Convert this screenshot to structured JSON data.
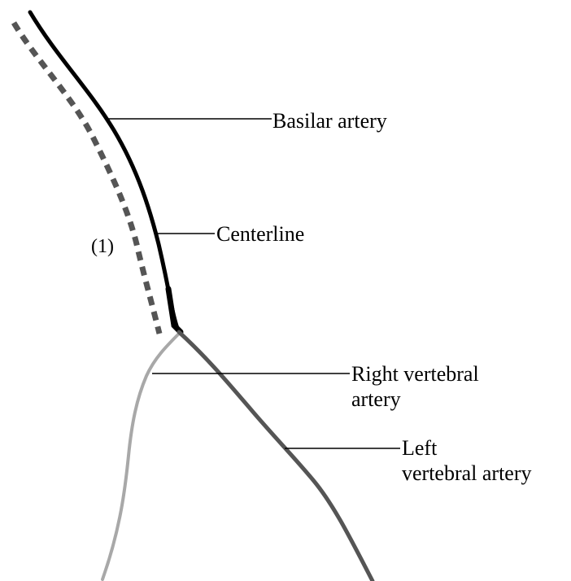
{
  "labels": {
    "basilar": "Basilar artery",
    "centerline": "Centerline",
    "marker": "(1)",
    "right_vertebral": [
      "Right vertebral",
      "artery"
    ],
    "left_vertebral": [
      "Left",
      "vertebral artery"
    ]
  },
  "colors": {
    "background": "#ffffff",
    "basilar_artery": "#000000",
    "centerline_dashed": "#555555",
    "right_vertebral_artery": "#a8a8a8",
    "left_vertebral_artery": "#555555",
    "leader_lines": "#000000",
    "text": "#000000"
  }
}
